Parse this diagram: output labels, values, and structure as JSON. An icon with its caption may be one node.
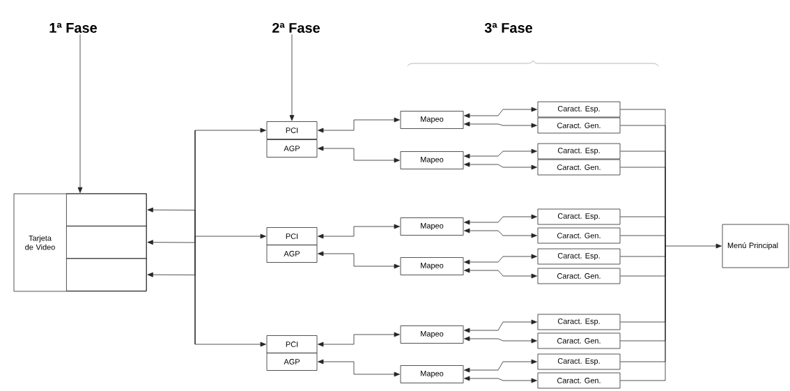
{
  "diagram": {
    "nodes": [
      {
        "text": [
          "1ª Fase"
        ]
      },
      {
        "text": [
          "2ª Fase"
        ]
      },
      {
        "text": [
          "Tarjeta de Video"
        ]
      },
      {
        "text": [],
        "shape": "box",
        "in": 2
      },
      {
        "text": [],
        "shape": "box",
        "in": 2
      },
      {
        "text": [],
        "shape": "box",
        "in": 2
      },
      {
        "text": [
          "PCI"
        ]
      },
      {
        "text": [
          "AGP"
        ]
      },
      {
        "text": [
          "Mapeo"
        ]
      },
      {
        "text": [
          "Mapeo"
        ]
      },
      {
        "text": [
          "Caract. Esp."
        ]
      },
      {
        "text": [
          "Caract. Gen."
        ]
      },
      {
        "text": [
          "Caract. Esp."
        ]
      },
      {
        "text": [
          "Caract. Gen."
        ]
      },
      {
        "text": [
          "PCI"
        ]
      },
      {
        "text": [
          "AGP"
        ]
      },
      {
        "text": [
          "Mapeo"
        ]
      },
      {
        "text": [
          "Mapeo"
        ]
      },
      {
        "text": [
          "Caract. Esp."
        ]
      },
      {
        "text": [
          "Caract. Gen."
        ]
      },
      {
        "text": [
          "Caract. Esp."
        ]
      },
      {
        "text": [
          "Caract. Gen."
        ]
      },
      {
        "text": [
          "PCI"
        ]
      },
      {
        "text": [
          "AGP"
        ]
      },
      {
        "text": [
          "Mapeo"
        ]
      },
      {
        "text": [
          "Mapeo"
        ]
      },
      {
        "text": [
          "Caract. Esp."
        ]
      },
      {
        "text": [
          "Caract. Gen."
        ]
      },
      {
        "text": [
          "Caract. Esp."
        ]
      },
      {
        "text": [
          "Caract. Gen."
        ]
      },
      {
        "text": [
          "Menú Principal"
        ]
      }
    ],
    "edges": [
      {
        "from": 0,
        "to": 2,
        "arrow": "to"
      },
      {
        "from": 1,
        "to": 6,
        "arrow": "to"
      },
      {
        "from": 6,
        "to": 3,
        "arrow": "both"
      },
      {
        "from": 6,
        "to": 4,
        "arrow": "both"
      },
      {
        "from": 6,
        "to": 5,
        "arrow": "both"
      },
      {
        "from": 14,
        "to": 3,
        "arrow": "both"
      },
      {
        "from": 14,
        "to": 4,
        "arrow": "both"
      },
      {
        "from": 14,
        "to": 5,
        "arrow": "both"
      },
      {
        "from": 22,
        "to": 3,
        "arrow": "both"
      },
      {
        "from": 22,
        "to": 4,
        "arrow": "both"
      },
      {
        "from": 22,
        "to": 5,
        "arrow": "both"
      },
      {
        "from": 8,
        "to": 6,
        "arrow": "both"
      },
      {
        "from": 9,
        "to": 7,
        "arrow": "both"
      },
      {
        "from": 8,
        "to": 10,
        "arrow": "both"
      },
      {
        "from": 8,
        "to": 11,
        "arrow": "both"
      },
      {
        "from": 9,
        "to": 12,
        "arrow": "both"
      },
      {
        "from": 9,
        "to": 13,
        "arrow": "both"
      },
      {
        "from": 16,
        "to": 14,
        "arrow": "both"
      },
      {
        "from": 17,
        "to": 15,
        "arrow": "both"
      },
      {
        "from": 16,
        "to": 18,
        "arrow": "both"
      },
      {
        "from": 16,
        "to": 19,
        "arrow": "both"
      },
      {
        "from": 17,
        "to": 20,
        "arrow": "both"
      },
      {
        "from": 17,
        "to": 21,
        "arrow": "both"
      },
      {
        "from": 24,
        "to": 22,
        "arrow": "both"
      },
      {
        "from": 25,
        "to": 23,
        "arrow": "both"
      },
      {
        "from": 24,
        "to": 26,
        "arrow": "both"
      },
      {
        "from": 24,
        "to": 27,
        "arrow": "both"
      },
      {
        "from": 25,
        "to": 28,
        "arrow": "both"
      },
      {
        "from": 25,
        "to": 29,
        "arrow": "both"
      },
      {
        "from": 10,
        "to": 30,
        "arrow": "to"
      },
      {
        "from": 11,
        "to": 30,
        "arrow": "to"
      },
      {
        "from": 12,
        "to": 30,
        "arrow": "to"
      },
      {
        "from": 13,
        "to": 30,
        "arrow": "to"
      },
      {
        "from": 18,
        "to": 30,
        "arrow": "to"
      },
      {
        "from": 19,
        "to": 30,
        "arrow": "to"
      },
      {
        "from": 20,
        "to": 30,
        "arrow": "to"
      },
      {
        "from": 21,
        "to": 30,
        "arrow": "to"
      },
      {
        "from": 26,
        "to": 30,
        "arrow": "to"
      },
      {
        "from": 27,
        "to": 30,
        "arrow": "to"
      },
      {
        "from": 28,
        "to": 30,
        "arrow": "to"
      },
      {
        "from": 29,
        "to": 30,
        "arrow": "to"
      }
    ],
    "labels": [
      "3ª Fase"
    ]
  }
}
